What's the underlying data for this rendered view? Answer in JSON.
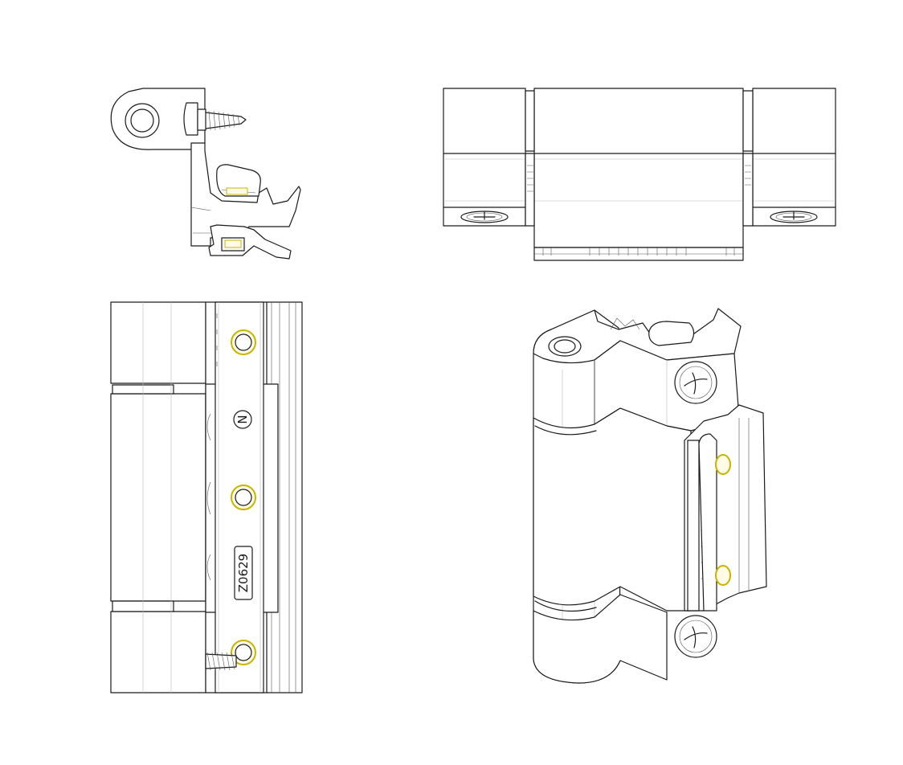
{
  "views": [
    {
      "id": "section-view"
    },
    {
      "id": "top-view"
    },
    {
      "id": "front-view"
    },
    {
      "id": "isometric-view"
    }
  ],
  "front_view": {
    "marking_code": "Z0629",
    "marking_letter": "N"
  },
  "colors": {
    "line": "#1a1a1a",
    "highlight_ring": "#c9b400",
    "background": "#ffffff"
  }
}
